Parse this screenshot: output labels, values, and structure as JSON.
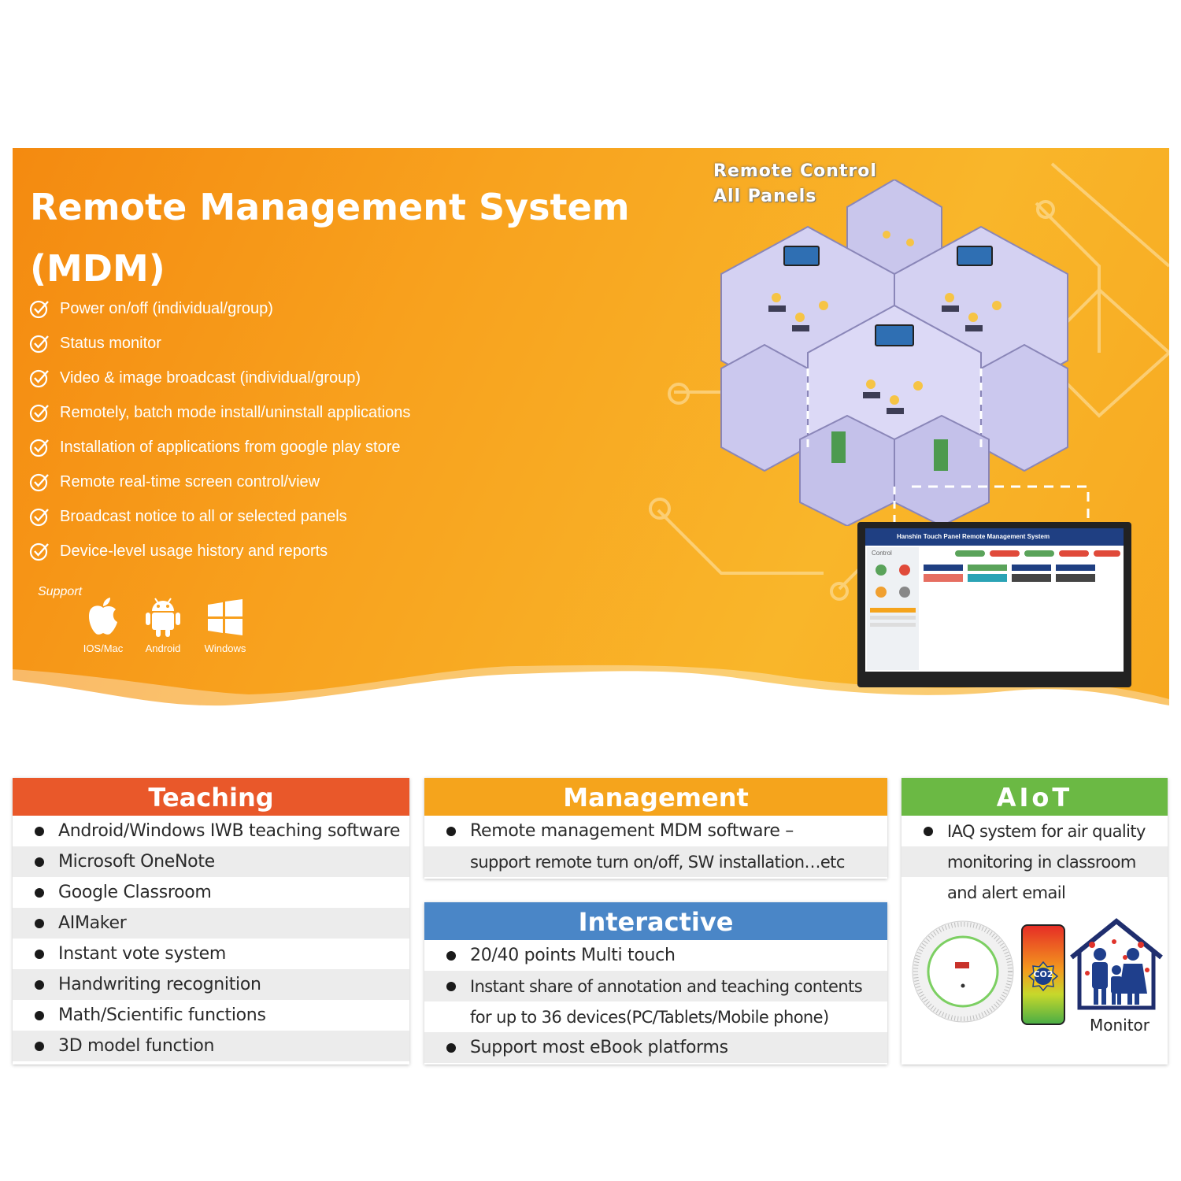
{
  "banner": {
    "title_line1": "Remote Management System",
    "title_line2": "(MDM)",
    "features": [
      "Power on/off (individual/group)",
      "Status monitor",
      "Video & image broadcast (individual/group)",
      "Remotely, batch mode install/uninstall applications",
      "Installation of applications from google play store",
      "Remote real-time screen control/view",
      "Broadcast notice to all or selected panels",
      "Device-level usage history and reports"
    ],
    "support_label": "Support",
    "os": [
      {
        "label": "IOS/Mac",
        "icon": "apple-icon"
      },
      {
        "label": "Android",
        "icon": "android-icon"
      },
      {
        "label": "Windows",
        "icon": "windows-icon"
      }
    ],
    "remote_control_line1": "Remote Control",
    "remote_control_line2": "All Panels",
    "screen_title": "Hanshin Touch Panel Remote Management System",
    "screen_control": "Control"
  },
  "colors": {
    "teaching": "#e9582a",
    "management": "#f5a41c",
    "interactive": "#4a86c7",
    "aiot": "#6bb944"
  },
  "teaching": {
    "title": "Teaching",
    "items": [
      "Android/Windows IWB teaching software",
      "Microsoft OneNote",
      "Google Classroom",
      "AIMaker",
      "Instant vote system",
      "Handwriting recognition",
      "Math/Scientific functions",
      "3D model function"
    ]
  },
  "management": {
    "title": "Management",
    "line1": "Remote management MDM software –",
    "line2": "support remote turn on/off, SW installation…etc"
  },
  "interactive": {
    "title": "Interactive",
    "item1": "20/40 points Multi touch",
    "item2_line1": "Instant share of annotation and teaching contents",
    "item2_line2": "for up to 36 devices(PC/Tablets/Mobile phone)",
    "item3": "Support most eBook platforms"
  },
  "aiot": {
    "title": "AIoT",
    "line1": "IAQ system for air quality",
    "line2": "monitoring in classroom",
    "line3": "and alert email",
    "co2_label": "CO2",
    "monitor_label": "Monitor"
  }
}
